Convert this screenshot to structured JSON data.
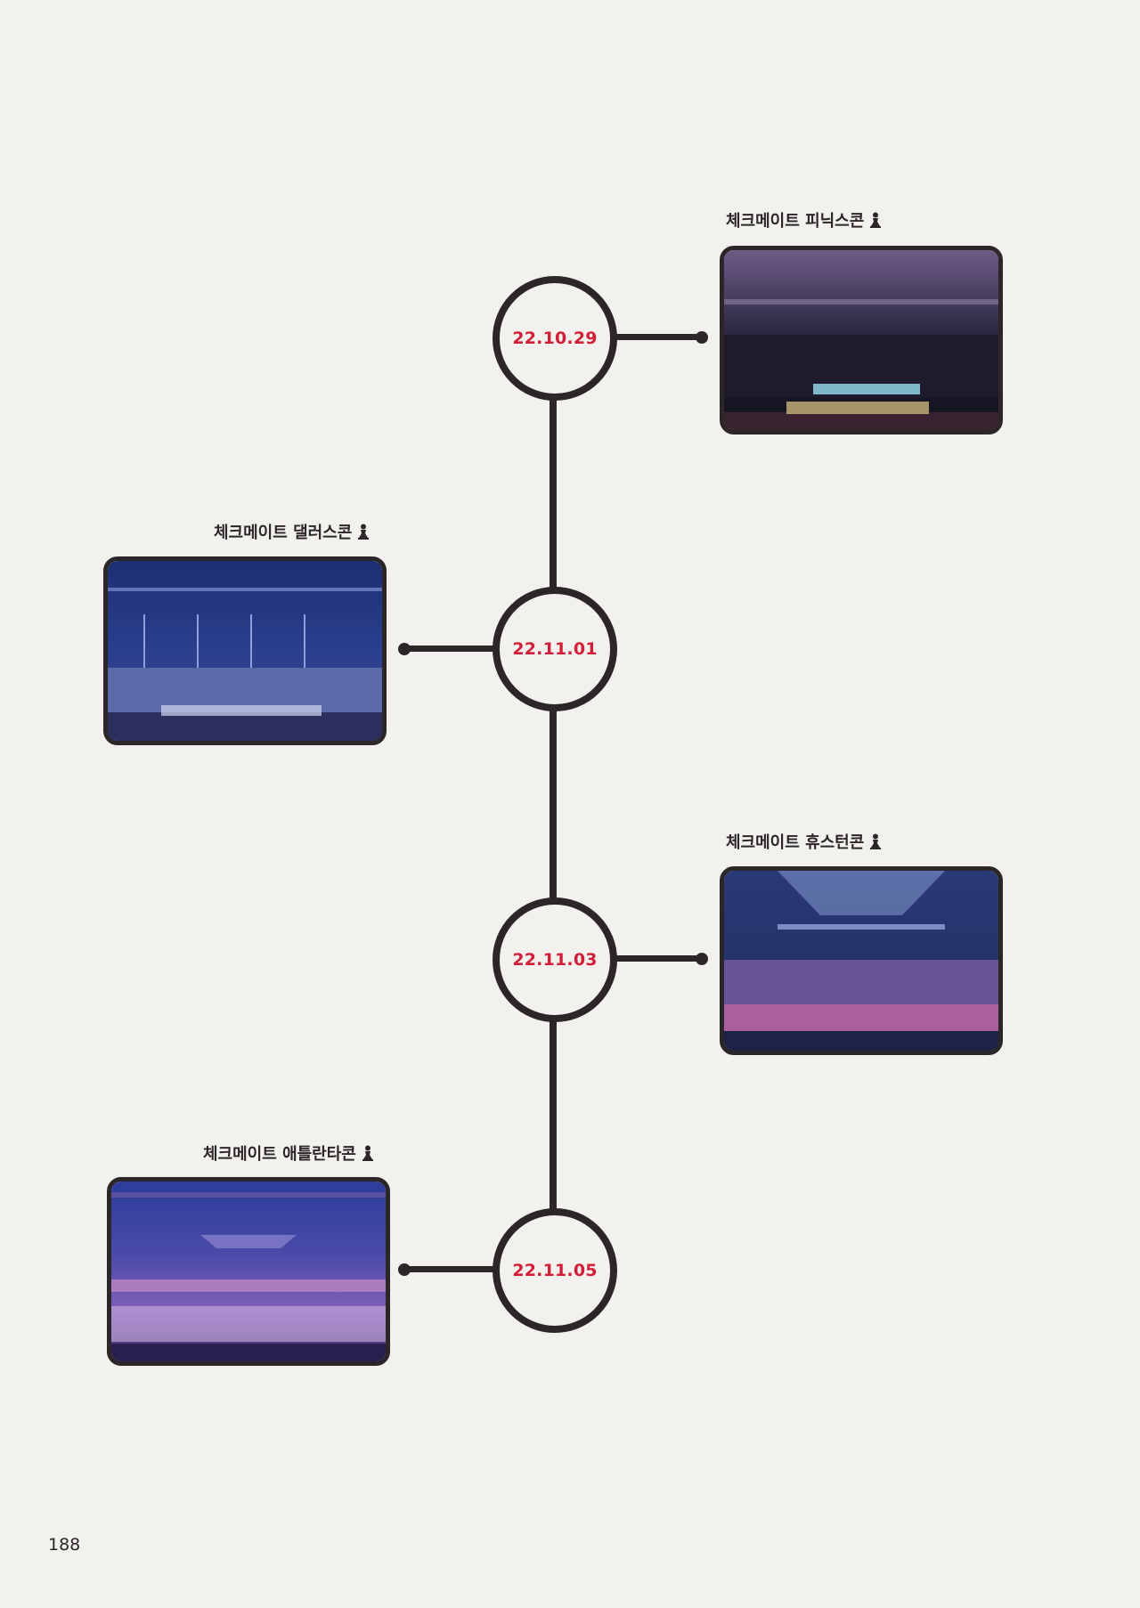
{
  "timeline": [
    {
      "date": "22.10.29",
      "label": "체크메이트 피닉스콘",
      "side": "right"
    },
    {
      "date": "22.11.01",
      "label": "체크메이트 댈러스콘",
      "side": "left"
    },
    {
      "date": "22.11.03",
      "label": "체크메이트 휴스턴콘",
      "side": "right"
    },
    {
      "date": "22.11.05",
      "label": "체크메이트 애틀란타콘",
      "side": "left"
    }
  ],
  "page_number": "188",
  "colors": {
    "date_text": "#d11f37",
    "line": "#2b2728",
    "background": "#f2f1ee"
  },
  "icon": "chess-pawn-icon"
}
